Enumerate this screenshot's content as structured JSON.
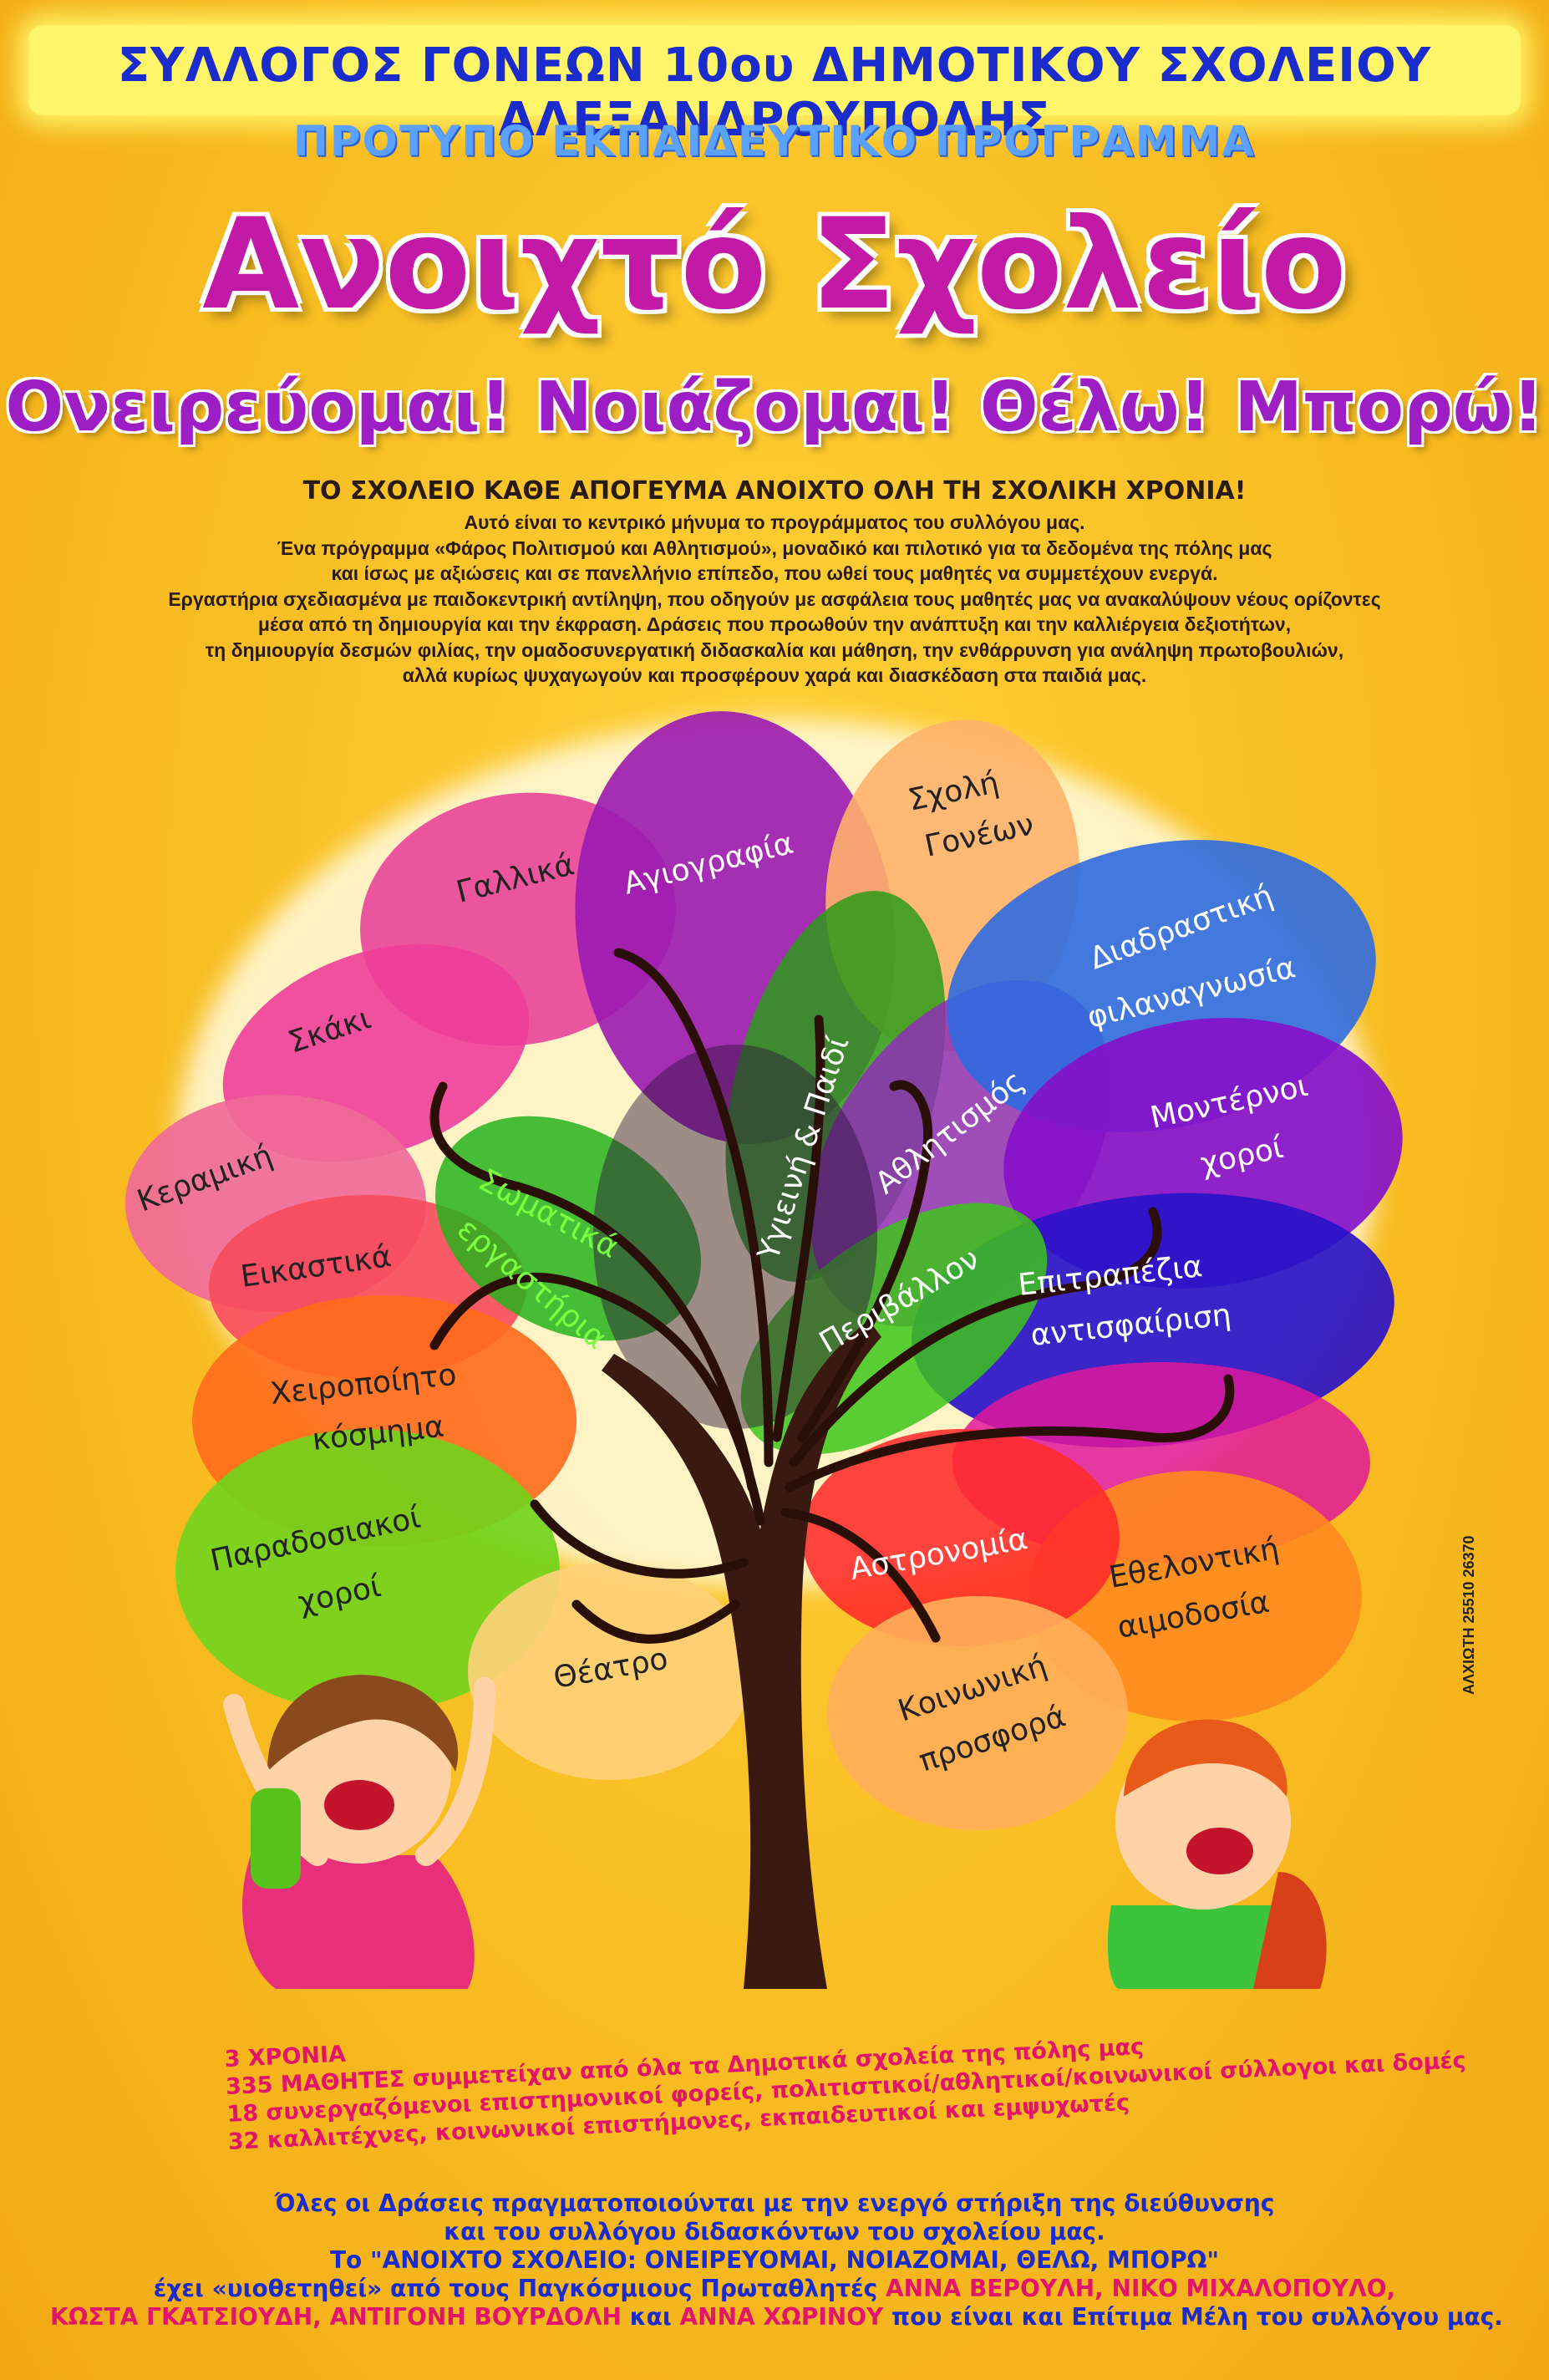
{
  "header": {
    "association": "ΣΥΛΛΟΓΟΣ ΓΟΝΕΩΝ 10ου ΔΗΜΟΤΙΚΟΥ ΣΧΟΛΕΙΟΥ ΑΛΕΞΑΝΔΡΟΥΠΟΛΗΣ",
    "program": "ΠΡΟΤΥΠΟ ΕΚΠΑΙΔΕΥΤΙΚΟ ΠΡΟΓΡΑΜΜΑ",
    "title": "Ανοιχτό Σχολείο",
    "slogan": "Ονειρεύομαι! Νοιάζομαι! Θέλω! Μπορώ!"
  },
  "intro": {
    "heading": "ΤΟ ΣΧΟΛΕΙΟ ΚΑΘΕ ΑΠΟΓΕΥΜΑ ΑΝΟΙΧΤΟ ΟΛΗ ΤΗ ΣΧΟΛΙΚΗ ΧΡΟΝΙΑ!",
    "lines": [
      "Αυτό είναι το κεντρικό μήνυμα το προγράμματος του συλλόγου μας.",
      "Ένα πρόγραμμα «Φάρος Πολιτισμού και Αθλητισμού», μοναδικό και πιλοτικό για τα δεδομένα της πόλης μας",
      "και ίσως με αξιώσεις και σε πανελλήνιο επίπεδο, που ωθεί τους μαθητές να συμμετέχουν ενεργά.",
      "Εργαστήρια σχεδιασμένα με παιδοκεντρική αντίληψη, που οδηγούν με ασφάλεια τους μαθητές μας να ανακαλύψουν νέους ορίζοντες",
      "μέσα από τη δημιουργία και την έκφραση. Δράσεις που προωθούν την ανάπτυξη και την καλλιέργεια δεξιοτήτων,",
      "τη δημιουργία δεσμών φιλίας, την ομαδοσυνεργατική διδασκαλία και μάθηση, την ενθάρρυνση για ανάληψη πρωτοβουλιών,",
      "αλλά κυρίως ψυχαγωγούν και προσφέρουν χαρά και διασκέδαση στα παιδιά μας."
    ]
  },
  "tree": {
    "leaves": {
      "hagiography": "Αγιογραφία",
      "parents_school": [
        "Σχολή",
        "Γονέων"
      ],
      "french": "Γαλλικά",
      "chess": "Σκάκι",
      "ceramics": "Κεραμική",
      "fine_arts": "Εικαστικά",
      "jewelry": [
        "Χειροποίητο",
        "κόσμημα"
      ],
      "traditional_dances": [
        "Παραδοσιακοί",
        "χοροί"
      ],
      "theatre": "Θέατρο",
      "body_workshops": [
        "Σωματικά",
        "εργαστήρια"
      ],
      "health_child": "Υγιεινή & Παιδί",
      "sports": "Αθλητισμός",
      "environment": "Περιβάλλον",
      "interactive_reading": [
        "Διαδραστική",
        "φιλαναγνωσία"
      ],
      "modern_dances": [
        "Μοντέρνοι",
        "χοροί"
      ],
      "table_tennis": [
        "Επιτραπέζια",
        "αντισφαίριση"
      ],
      "astronomy": "Αστρονομία",
      "volunteer_blood": [
        "Εθελοντική",
        "αιμοδοσία"
      ],
      "social_offer": [
        "Κοινωνική",
        "προσφορά"
      ]
    }
  },
  "stats": [
    "3 ΧΡΟΝΙΑ",
    "335 ΜΑΘΗΤΕΣ συμμετείχαν από όλα τα Δημοτικά σχολεία της πόλης μας",
    "18 συνεργαζόμενοι επιστημονικοί φορείς, πολιτιστικοί/αθλητικοί/κοινωνικοί σύλλογοι και δομές",
    "32 καλλιτέχνες, κοινωνικοί επιστήμονες, εκπαιδευτικοί και εμψυχωτές"
  ],
  "footer": {
    "line1": "Όλες οι Δράσεις πραγματοποιούνται με την ενεργό στήριξη της διεύθυνσης",
    "line2": "και του συλλόγου διδασκόντων του σχολείου μας.",
    "line3": "Το \"ΑΝΟΙΧΤΟ ΣΧΟΛΕΙΟ: ΟΝΕΙΡΕΥΟΜΑΙ, ΝΟΙΑΖΟΜΑΙ, ΘΕΛΩ, ΜΠΟΡΩ\"",
    "line4_pre": "έχει «υιοθετηθεί» από τους Παγκόσμιους Πρωταθλητές ",
    "line4_names": "ΑΝΝΑ ΒΕΡΟΥΛΗ, ΝΙΚΟ ΜΙΧΑΛΟΠΟΥΛΟ,",
    "line5_names": "ΚΩΣΤΑ ΓΚΑΤΣΙΟΥΔΗ, ΑΝΤΙΓΟΝΗ ΒΟΥΡΔΟΛΗ",
    "line5_mid": " και ",
    "line5_name2": "ΑΝΝΑ ΧΩΡΙΝΟΥ",
    "line5_post": " που είναι και Επίτιμα Μέλη του συλλόγου μας."
  },
  "credit": {
    "printer": "ΑΛΧΙΩΤΗ",
    "phone": "25510 26370"
  },
  "colors": {
    "background": "#f6b81f",
    "title": "#c21aa6",
    "header_blue": "#1b2ccc",
    "stats_pink": "#e1156a"
  }
}
